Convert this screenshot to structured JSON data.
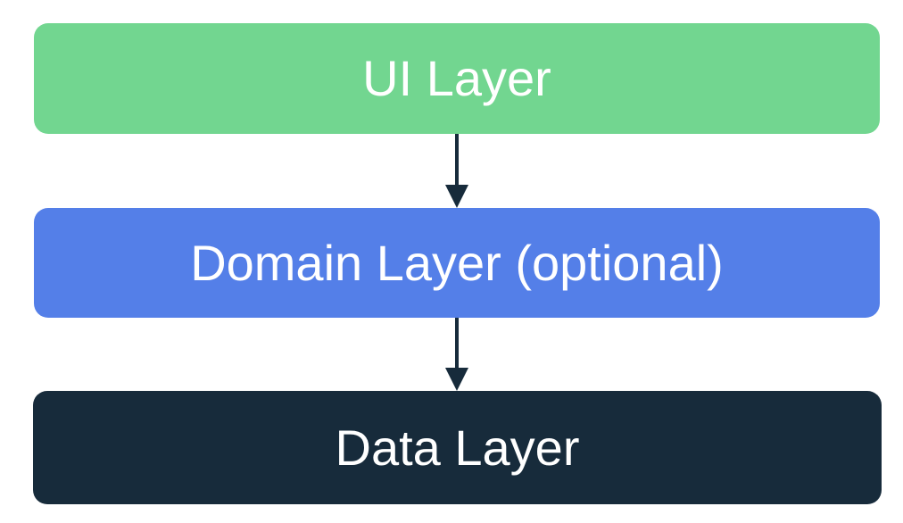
{
  "diagram": {
    "layers": [
      {
        "label": "UI Layer",
        "color": "#72d690"
      },
      {
        "label": "Domain Layer (optional)",
        "color": "#547fe8"
      },
      {
        "label": "Data Layer",
        "color": "#172b3b"
      }
    ],
    "arrow_color": "#172b3b"
  }
}
